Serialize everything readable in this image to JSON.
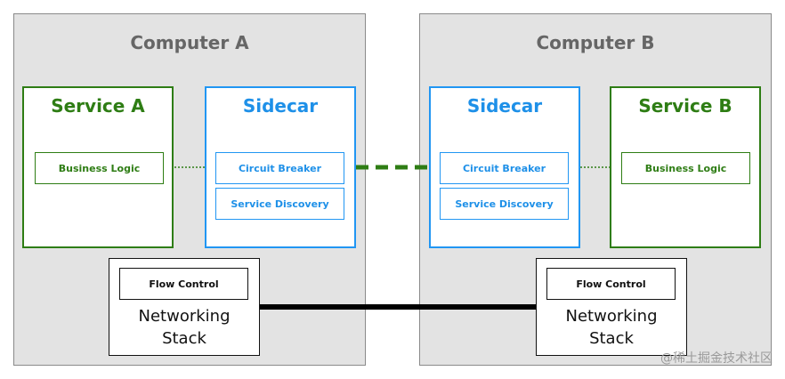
{
  "computer_a": {
    "title": "Computer A",
    "service": {
      "title": "Service A",
      "business_logic": "Business Logic"
    },
    "sidecar": {
      "title": "Sidecar",
      "circuit_breaker": "Circuit Breaker",
      "service_discovery": "Service Discovery"
    },
    "networking": {
      "flow_control": "Flow Control",
      "line1": "Networking",
      "line2": "Stack"
    }
  },
  "computer_b": {
    "title": "Computer B",
    "service": {
      "title": "Service B",
      "business_logic": "Business Logic"
    },
    "sidecar": {
      "title": "Sidecar",
      "circuit_breaker": "Circuit Breaker",
      "service_discovery": "Service Discovery"
    },
    "networking": {
      "flow_control": "Flow Control",
      "line1": "Networking",
      "line2": "Stack"
    }
  },
  "watermark": "@稀土掘金技术社区",
  "colors": {
    "service_green": "#2e7d14",
    "sidecar_blue": "#2196f3",
    "computer_bg": "#e3e3e3"
  }
}
